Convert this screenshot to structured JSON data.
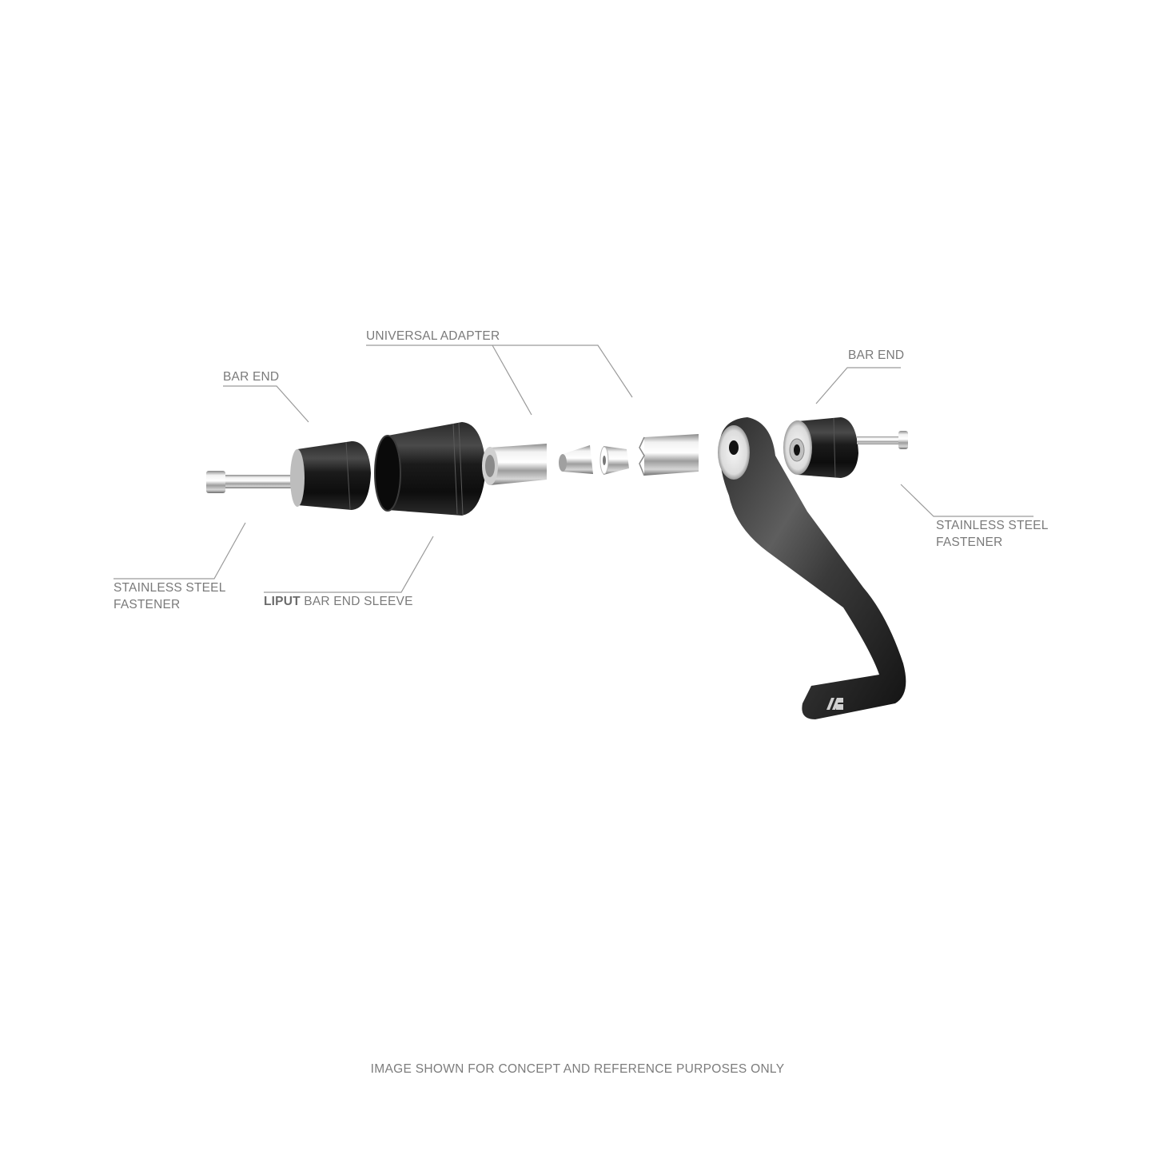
{
  "diagram": {
    "type": "exploded-view",
    "subject": "bar end lever guard assembly",
    "labels": {
      "universal_adapter": "UNIVERSAL ADAPTER",
      "bar_end_left": "BAR END",
      "bar_end_right": "BAR END",
      "fastener_left_line1": "STAINLESS STEEL",
      "fastener_left_line2": "FASTENER",
      "fastener_right_line1": "STAINLESS STEEL",
      "fastener_right_line2": "FASTENER",
      "sleeve_brand": "LIPUT",
      "sleeve_rest": " BAR END SLEEVE"
    },
    "parts": [
      {
        "name": "stainless-steel-fastener-left",
        "finish": "chrome"
      },
      {
        "name": "bar-end-left",
        "finish": "black"
      },
      {
        "name": "liput-bar-end-sleeve",
        "finish": "black"
      },
      {
        "name": "universal-adapter-sleeve",
        "finish": "chrome"
      },
      {
        "name": "expansion-cone-outer",
        "finish": "chrome"
      },
      {
        "name": "expansion-cone-inner",
        "finish": "chrome"
      },
      {
        "name": "slotted-adapter-sleeve",
        "finish": "chrome"
      },
      {
        "name": "lever-guard",
        "finish": "black",
        "logo": "brand-logo-icon"
      },
      {
        "name": "bar-end-right",
        "finish": "black"
      },
      {
        "name": "stainless-steel-fastener-right",
        "finish": "chrome"
      }
    ],
    "colors": {
      "leader_line": "#9a9a9a",
      "label_text": "#7a7a7a",
      "black_part": "#141414",
      "chrome": "#c8c8c8",
      "background": "#ffffff"
    }
  },
  "footer": {
    "disclaimer": "IMAGE SHOWN FOR CONCEPT AND REFERENCE PURPOSES ONLY"
  }
}
